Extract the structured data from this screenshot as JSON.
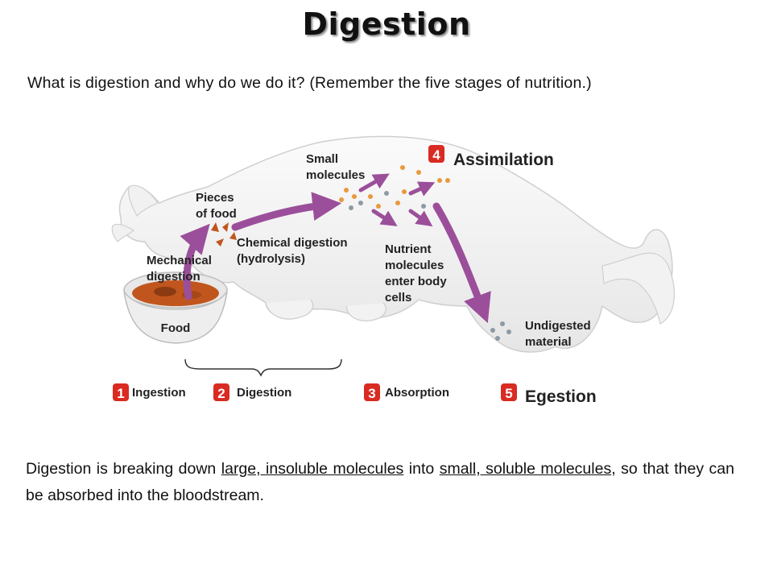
{
  "title": "Digestion",
  "question": "What is digestion and why do we do it?  (Remember the five stages of nutrition.)",
  "diagram": {
    "labels": {
      "small_molecules_1": "Small",
      "small_molecules_2": "molecules",
      "pieces_1": "Pieces",
      "pieces_2": "of food",
      "chem_1": "Chemical digestion",
      "chem_2": "(hydrolysis)",
      "mech_1": "Mechanical",
      "mech_2": "digestion",
      "nutrient_1": "Nutrient",
      "nutrient_2": "molecules",
      "nutrient_3": "enter body",
      "nutrient_4": "cells",
      "food": "Food",
      "undigested_1": "Undigested",
      "undigested_2": "material"
    },
    "stages": [
      {
        "number": "1",
        "label": "Ingestion"
      },
      {
        "number": "2",
        "label": "Digestion"
      },
      {
        "number": "3",
        "label": "Absorption"
      },
      {
        "number": "4",
        "label": "Assimilation"
      },
      {
        "number": "5",
        "label": "Egestion"
      }
    ],
    "colors": {
      "arrow": "#9b4f9a",
      "badge": "#d92b22",
      "cat": "#f4f4f4",
      "cat_outline": "#d0d0d0",
      "food": "#c0561e",
      "dot_orange": "#e89a3c",
      "dot_grey": "#8c9aa3"
    }
  },
  "paragraph": {
    "p1": "Digestion is breaking down ",
    "u1": "large, insoluble molecules",
    "p2": " into ",
    "u2": "small, soluble molecules",
    "p3": ", so that they can be absorbed into the bloodstream."
  }
}
